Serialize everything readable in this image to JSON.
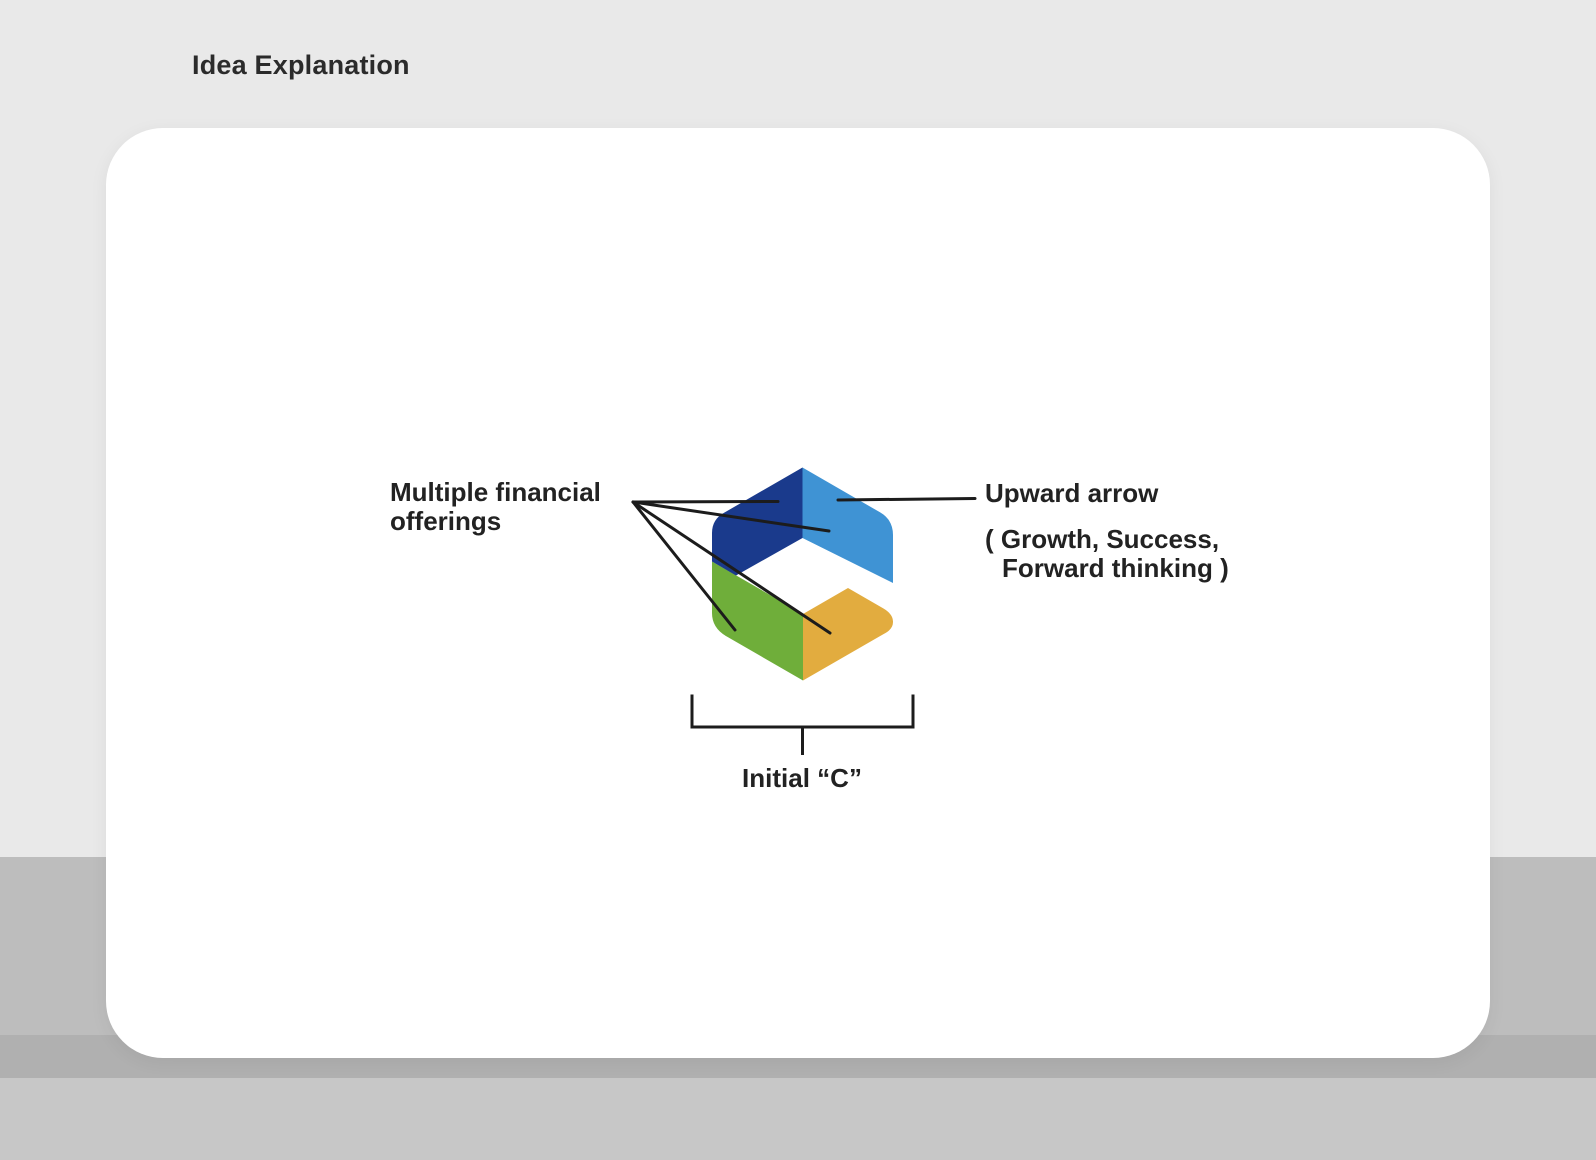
{
  "page": {
    "title": "Idea Explanation"
  },
  "colors": {
    "background": "#e9e9e9",
    "band_mid": "#bdbdbd",
    "band_dark": "#b0b0b0",
    "band_bottom": "#c7c7c7",
    "card": "#ffffff",
    "text": "#222222",
    "annotation_line": "#1c1c1c",
    "logo_dark_blue": "#1a3a8c",
    "logo_light_blue": "#3f93d4",
    "logo_green": "#6fae3a",
    "logo_yellow": "#e2ac3f"
  },
  "logo": {
    "segments": [
      {
        "id": "top-left-chevron",
        "color_key": "logo_dark_blue"
      },
      {
        "id": "top-right-arrow-panel",
        "color_key": "logo_light_blue"
      },
      {
        "id": "bottom-left-panel",
        "color_key": "logo_green"
      },
      {
        "id": "bottom-right-chevron",
        "color_key": "logo_yellow"
      }
    ]
  },
  "annotations": {
    "left": {
      "line1": "Multiple financial",
      "line2": "offerings"
    },
    "right": {
      "title": "Upward arrow",
      "sub1": "( Growth, Success,",
      "sub2": "Forward thinking )"
    },
    "bottom": "Initial “C”"
  }
}
